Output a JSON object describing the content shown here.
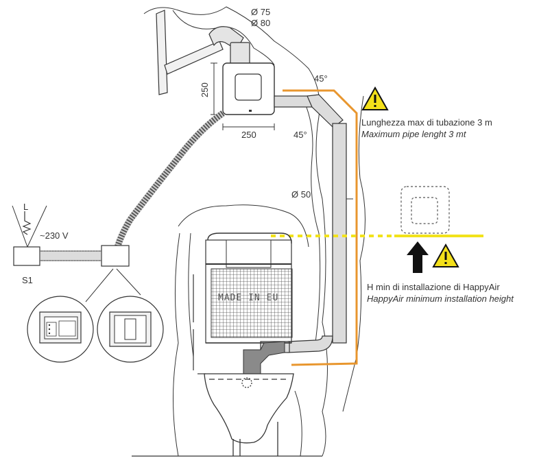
{
  "labels": {
    "diam_75": "Ø 75",
    "diam_80": "Ø 80",
    "dim_250_v": "250",
    "dim_250_h": "250",
    "angle_45_top": "45°",
    "angle_45_bottom": "45°",
    "diam_50": "Ø 50",
    "voltage": "~230 V",
    "switch_s1": "S1",
    "made_in_eu": "MADE IN EU",
    "power_symbol": "L"
  },
  "notes": {
    "pipe_length_it": "Lunghezza max di tubazione 3 m",
    "pipe_length_en": "Maximum pipe lenght 3 mt",
    "height_it": "H min di installazione di HappyAir",
    "height_en": "HappyAir minimum installation height"
  },
  "colors": {
    "orange_path": "#E8962E",
    "yellow_line": "#F2E21B",
    "warning_fill": "#F4E01A",
    "line": "#2a2a2a",
    "pipe_fill": "#d9d9d9",
    "dark_part": "#8a8a8a"
  }
}
